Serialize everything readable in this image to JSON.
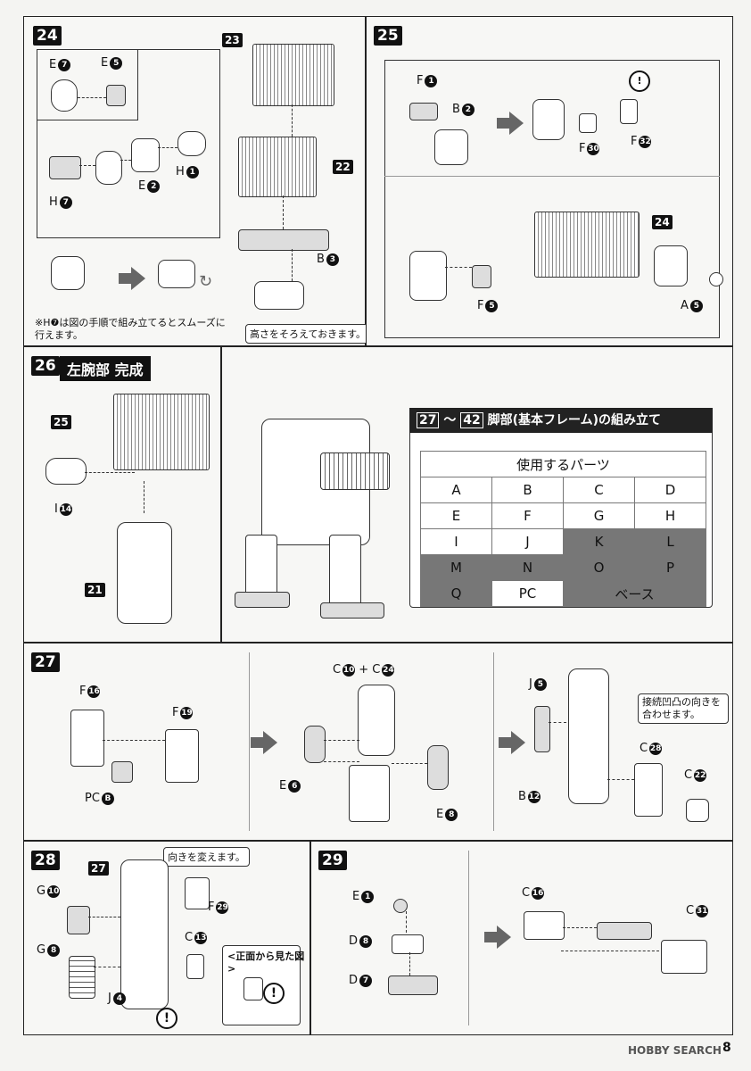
{
  "page_number": "8",
  "watermark": "HOBBY SEARCH",
  "steps": {
    "s24": {
      "num": "24",
      "labels": {
        "e7a": "E",
        "e7a_n": "7",
        "e5": "E",
        "e5_n": "5",
        "h7": "H",
        "h7_n": "7",
        "e2": "E",
        "e2_n": "2",
        "h1": "H",
        "h1_n": "1",
        "b3": "B",
        "b3_n": "3",
        "p22": "22",
        "p23": "23"
      },
      "note": "※H❼は図の手順で組み立てるとスムーズに行えます。",
      "callout": "高さをそろえておきます。"
    },
    "s25": {
      "num": "25",
      "labels": {
        "f1": "F",
        "f1_n": "1",
        "b2": "B",
        "b2_n": "2",
        "f30": "F",
        "f30_n": "30",
        "f32": "F",
        "f32_n": "32",
        "f5": "F",
        "f5_n": "5",
        "a5": "A",
        "a5_n": "5",
        "p24": "24"
      }
    },
    "s26": {
      "num": "26",
      "title": "左腕部 完成",
      "labels": {
        "p25": "25",
        "i14": "I",
        "i14_n": "14",
        "p21": "21"
      }
    },
    "legs": {
      "title_from": "27",
      "title_sep": "～",
      "title_to": "42",
      "title_text": "脚部(基本フレーム)の組み立て",
      "table_header": "使用するパーツ",
      "rows": [
        [
          {
            "t": "A",
            "dark": false
          },
          {
            "t": "B",
            "dark": false
          },
          {
            "t": "C",
            "dark": false
          },
          {
            "t": "D",
            "dark": false
          }
        ],
        [
          {
            "t": "E",
            "dark": false
          },
          {
            "t": "F",
            "dark": false
          },
          {
            "t": "G",
            "dark": false
          },
          {
            "t": "H",
            "dark": false
          }
        ],
        [
          {
            "t": "I",
            "dark": false
          },
          {
            "t": "J",
            "dark": false
          },
          {
            "t": "K",
            "dark": true
          },
          {
            "t": "L",
            "dark": true
          }
        ],
        [
          {
            "t": "M",
            "dark": true
          },
          {
            "t": "N",
            "dark": true
          },
          {
            "t": "O",
            "dark": true
          },
          {
            "t": "P",
            "dark": true
          }
        ]
      ],
      "last_row": {
        "q": "Q",
        "pc": "PC",
        "base": "ベース"
      }
    },
    "s27": {
      "num": "27",
      "labels": {
        "f16": "F",
        "f16_n": "16",
        "f19": "F",
        "f19_n": "19",
        "pcb": "PC",
        "pcb_n": "B",
        "c10": "C",
        "c10_n": "10",
        "plus": "+",
        "c24": "C",
        "c24_n": "24",
        "e6": "E",
        "e6_n": "6",
        "e8": "E",
        "e8_n": "8",
        "j5": "J",
        "j5_n": "5",
        "b12": "B",
        "b12_n": "12",
        "c28": "C",
        "c28_n": "28",
        "c22": "C",
        "c22_n": "22"
      },
      "callout": "接続凹凸の向きを合わせます。"
    },
    "s28": {
      "num": "28",
      "labels": {
        "p27": "27",
        "g10": "G",
        "g10_n": "10",
        "g8": "G",
        "g8_n": "8",
        "f29": "F",
        "f29_n": "29",
        "c13": "C",
        "c13_n": "13",
        "j4": "J",
        "j4_n": "4"
      },
      "callout": "向きを変えます。",
      "front_view": "<正面から見た図>"
    },
    "s29": {
      "num": "29",
      "labels": {
        "e1": "E",
        "e1_n": "1",
        "d8": "D",
        "d8_n": "8",
        "d7": "D",
        "d7_n": "7",
        "c16": "C",
        "c16_n": "16",
        "c31": "C",
        "c31_n": "31"
      }
    }
  }
}
